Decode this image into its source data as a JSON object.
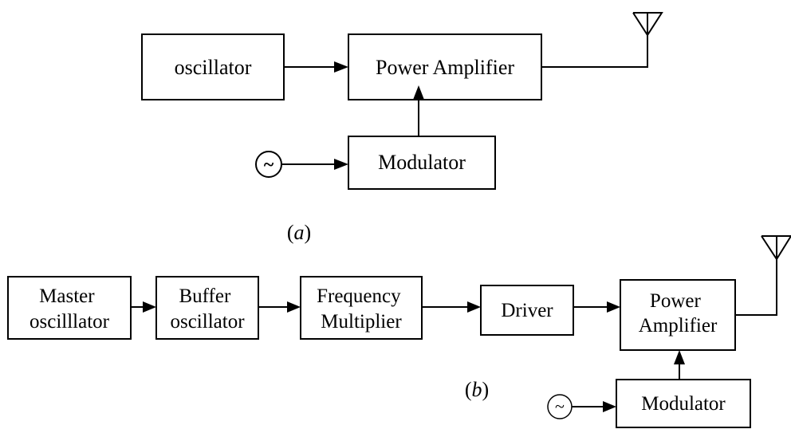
{
  "diagram_a": {
    "oscillator": "oscillator",
    "power_amplifier": "Power Amplifier",
    "modulator": "Modulator",
    "source_symbol": "~",
    "caption_open": "(",
    "caption_letter": "a",
    "caption_close": ")"
  },
  "diagram_b": {
    "master_oscillator": [
      "Master",
      "oscilllator"
    ],
    "buffer_oscillator": [
      "Buffer",
      "oscillator"
    ],
    "frequency_multiplier": [
      "Frequency",
      "Multiplier"
    ],
    "driver": "Driver",
    "power_amplifier": [
      "Power",
      "Amplifier"
    ],
    "modulator": "Modulator",
    "source_symbol": "~",
    "caption_open": "(",
    "caption_letter": "b",
    "caption_close": ")"
  }
}
